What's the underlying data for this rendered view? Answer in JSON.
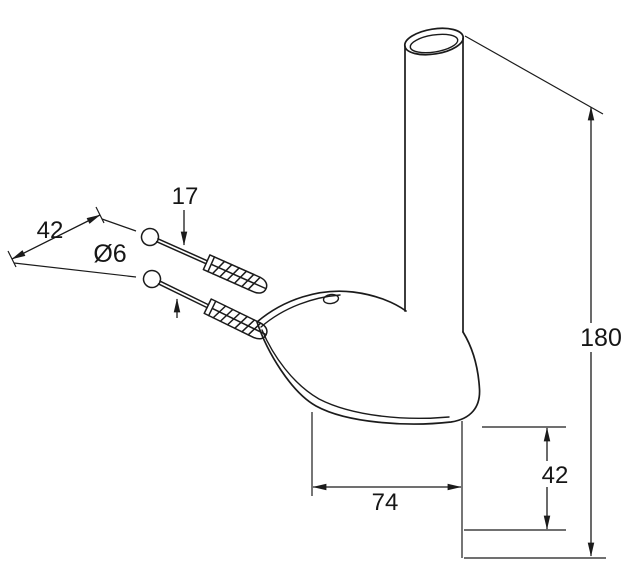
{
  "drawing": {
    "background": "#ffffff",
    "line_color": "#1b1b1b",
    "dimensions": {
      "anchor_length": "42",
      "screw_projection": "17",
      "drill_diameter": "Ø6",
      "overall_height": "180",
      "bracket_depth": "74",
      "bottom_clearance": "42"
    }
  }
}
